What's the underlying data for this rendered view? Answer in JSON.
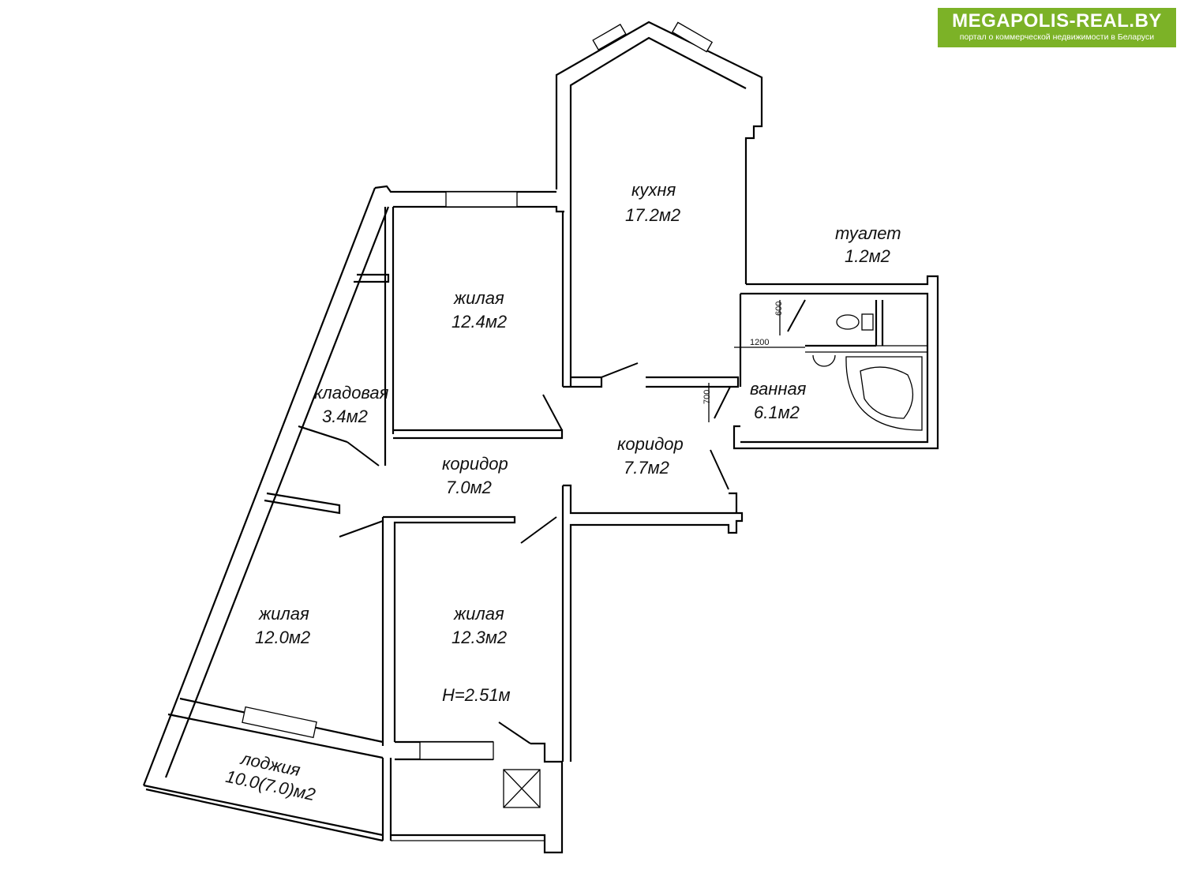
{
  "logo": {
    "title": "MEGAPOLIS-REAL.BY",
    "subtitle": "портал о коммерческой недвижимости в Беларуси",
    "color": "#7cb227"
  },
  "rooms": {
    "kitchen": {
      "name": "кухня",
      "area": "17.2м2"
    },
    "toilet": {
      "name": "туалет",
      "area": "1.2м2"
    },
    "living1": {
      "name": "жилая",
      "area": "12.4м2"
    },
    "storage": {
      "name": "кладовая",
      "area": "3.4м2"
    },
    "bath": {
      "name": "ванная",
      "area": "6.1м2"
    },
    "corridor2": {
      "name": "коридор",
      "area": "7.7м2"
    },
    "corridor1": {
      "name": "коридор",
      "area": "7.0м2"
    },
    "living2": {
      "name": "жилая",
      "area": "12.0м2"
    },
    "living3": {
      "name": "жилая",
      "area": "12.3м2"
    },
    "loggia": {
      "name": "лоджия",
      "area": "10.0(7.0)м2"
    }
  },
  "ceiling_height": "Н=2.51м",
  "dimensions": {
    "d600": "600",
    "d1200": "1200",
    "d700": "700"
  }
}
